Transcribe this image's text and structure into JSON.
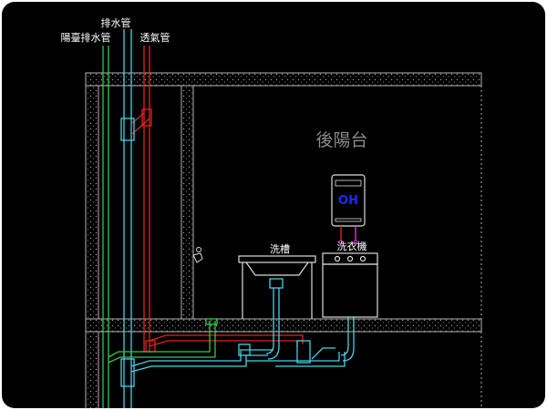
{
  "labels": {
    "balcony_drain_pipe": "陽臺排水管",
    "drain_pipe": "排水管",
    "vent_pipe": "透氣管",
    "room": "後陽台",
    "sink": "洗槽",
    "washer": "洗衣機",
    "heater_badge": "OH"
  },
  "colors": {
    "background": "#000000",
    "wall_outline": "#b5b5b5",
    "drain": "#46d2e6",
    "vent": "#e0241e",
    "balcony_drain": "#2ecc40",
    "fixture": "#dcdcdc",
    "heater_badge": "#1c2cff"
  },
  "icons": [
    "faucet-icon",
    "water-heater-icon",
    "sink-icon",
    "washing-machine-icon"
  ]
}
